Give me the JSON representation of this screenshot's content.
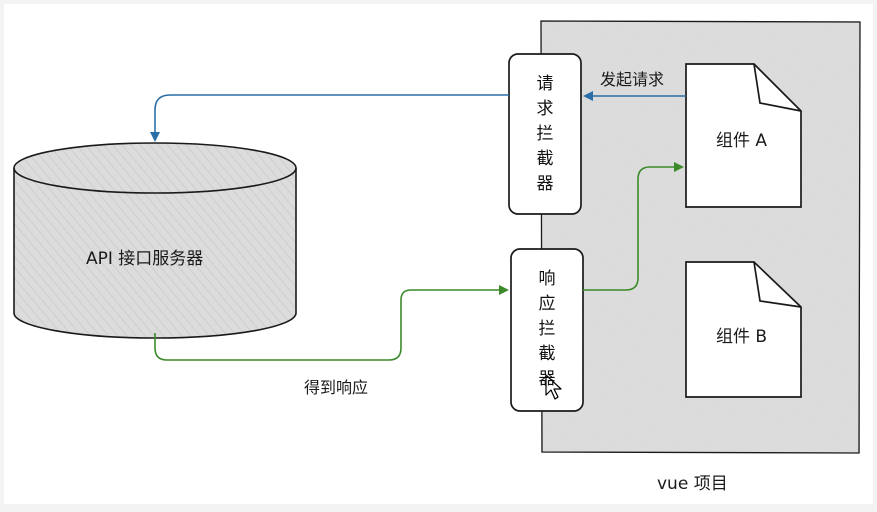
{
  "diagram": {
    "api_server_label": "API 接口服务器",
    "request_interceptor_label": "请求拦截器",
    "response_interceptor_label": "响应拦截器",
    "component_a_label": "组件 A",
    "component_b_label": "组件 B",
    "send_request_label": "发起请求",
    "get_response_label": "得到响应",
    "project_label": "vue 项目"
  },
  "colors": {
    "request_arrow": "#2a6fa8",
    "response_arrow": "#3c8a2a",
    "stroke": "#1a1a1a",
    "project_fill": "#dcdcdc",
    "page_bg": "#ffffff"
  }
}
